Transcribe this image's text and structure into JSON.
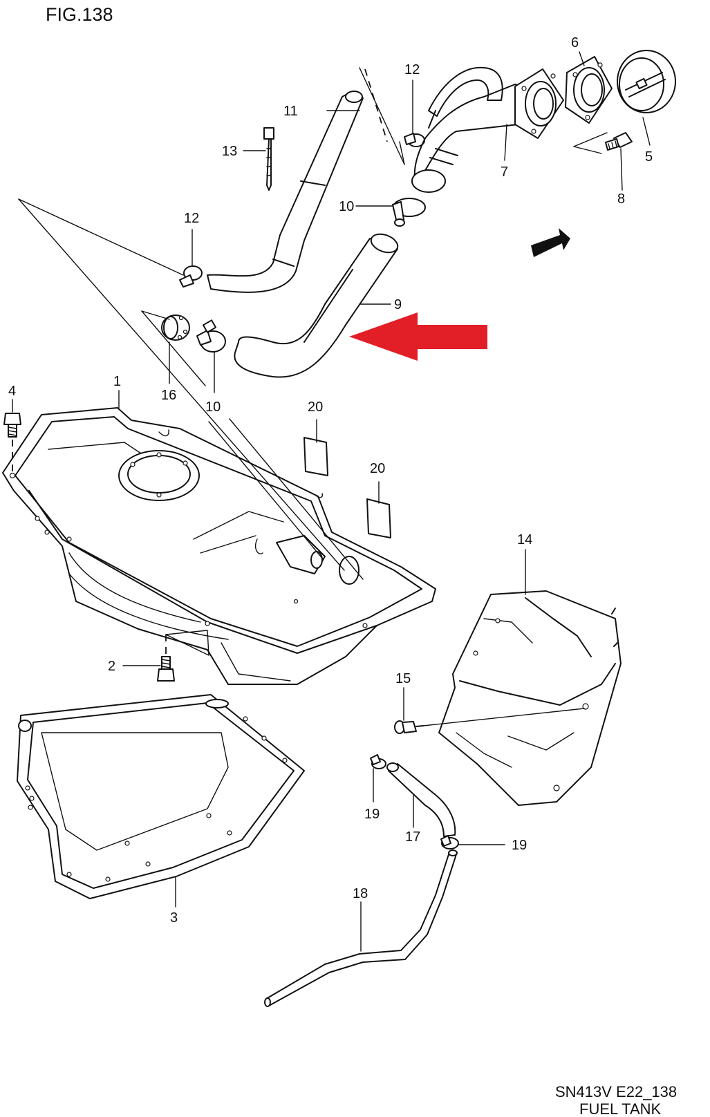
{
  "figure": {
    "title": "FIG.138",
    "code": "SN413V E22_138",
    "name": "FUEL TANK"
  },
  "direction_badge": "FWD",
  "callouts": {
    "c1": "1",
    "c2": "2",
    "c3": "3",
    "c4": "4",
    "c5": "5",
    "c6": "6",
    "c7": "7",
    "c8": "8",
    "c9": "9",
    "c10a": "10",
    "c10b": "10",
    "c11": "11",
    "c12a": "12",
    "c12b": "12",
    "c13": "13",
    "c14": "14",
    "c15": "15",
    "c16": "16",
    "c17": "17",
    "c18": "18",
    "c19a": "19",
    "c19b": "19",
    "c20a": "20",
    "c20b": "20"
  },
  "colors": {
    "line": "#111111",
    "highlight_arrow": "#e21f26",
    "background": "#ffffff"
  },
  "icons": {
    "direction": "fwd-arrow-icon",
    "highlight": "red-pointer-arrow-icon"
  }
}
